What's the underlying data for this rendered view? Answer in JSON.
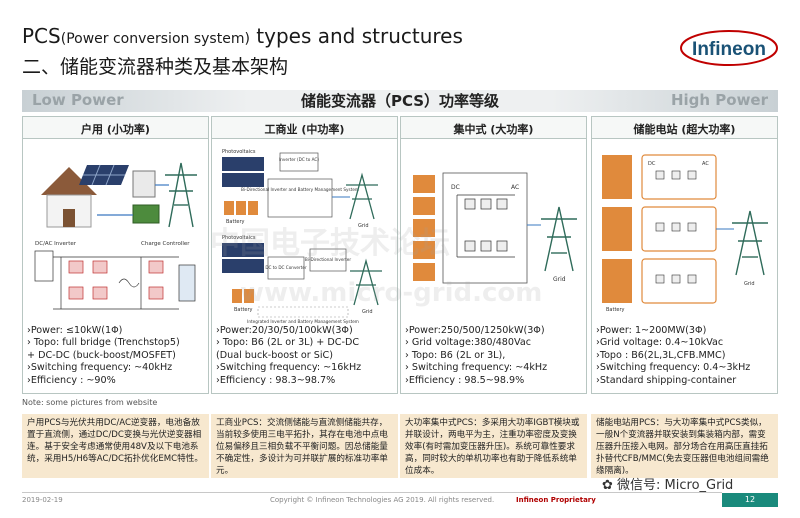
{
  "header": {
    "title_prefix": "PCS",
    "title_paren": "(Power conversion  system)",
    "title_suffix": " types and structures",
    "subtitle": "二、储能变流器种类及基本架构",
    "logo_text": "Infineon",
    "brand_color": "#c00000"
  },
  "banner": {
    "low": "Low Power",
    "center": "储能变流器（PCS）功率等级",
    "high": "High Power"
  },
  "columns": [
    {
      "title": "户用 (小功率)",
      "diagram_labels": [
        "DC/AC Inverter",
        "Charge Controller"
      ],
      "specs": [
        "›Power: ≤10kW(1Φ)",
        "› Topo: full bridge (Trenchstop5)",
        "  + DC-DC (buck-boost/MOSFET)",
        "›Switching frequency: ~40kHz",
        "›Efficiency : ~90%"
      ]
    },
    {
      "title": "工商业 (中功率)",
      "diagram_labels": [
        "Photovoltaics",
        "Inverter (DC to AC)",
        "Bi-Directional Inverter and Battery Management System",
        "DC to DC Converter",
        "Bi-Directional Inverter",
        "Battery",
        "Grid",
        "Integrated Inverter and Battery Management System"
      ],
      "specs": [
        "›Power:20/30/50/100kW(3Φ)",
        "› Topo: B6 (2L or 3L) + DC-DC",
        "  (Dual buck-boost or SiC)",
        "›Switching frequency: ~16kHz",
        "›Efficiency : 98.3~98.7%"
      ]
    },
    {
      "title": "集中式 (大功率)",
      "diagram_labels": [
        "DC",
        "AC",
        "Grid"
      ],
      "specs": [
        "›Power:250/500/1250kW(3Φ)",
        "› Grid voltage:380/480Vac",
        "› Topo: B6 (2L or 3L),",
        "› Switching frequency: ~4kHz",
        "›Efficiency : 98.5~98.9%"
      ]
    },
    {
      "title": "储能电站 (超大功率)",
      "diagram_labels": [
        "DC",
        "AC",
        "Battery",
        "Grid"
      ],
      "specs": [
        "›Power: 1~200MW(3Φ)",
        "›Grid voltage: 0.4~10kVac",
        "›Topo : B6(2L,3L,CFB.MMC)",
        "›Switching frequency: 0.4~3kHz",
        "›Standard shipping-container"
      ]
    }
  ],
  "note": "Note: some pictures from website",
  "descriptions": [
    "户用PCS与光伏共用DC/AC逆变器，电池备放置于直流侧，通过DC/DC变换与光伏逆变器相连。基于安全考虑通常使用48V及以下电池系统，采用H5/H6等AC/DC拓扑优化EMC特性。",
    "工商业PCS：交流侧储能与直流侧储能共存，当前较多使用三电平拓扑，其存在电池中点电位易偏移且三相负载不平衡问题。因总储能量不确定性，多设计为可并联扩展的标准功率单元。",
    "大功率集中式PCS：多采用大功率IGBT模块或并联设计，两电平为主，注重功率密度及变换效率(有时需加变压器升压)。系统可靠性要求高，同时较大的单机功率也有助于降低系统单位成本。",
    "储能电站用PCS：与大功率集中式PCS类似，一般N个变流器并联安装到集装箱内部，需变压器升压接入电网。部分场合在用高压直挂拓扑替代CFB/MMC(免去变压器但电池组间需绝缘隔离)。"
  ],
  "footer": {
    "date": "2019-02-19",
    "copyright": "Copyright © Infineon Technologies AG 2019. All rights reserved.",
    "proprietary": "Infineon Proprietary",
    "page": "12",
    "wechat": "微信号: Micro_Grid"
  },
  "watermark": {
    "line1": "中国电子技术论坛",
    "line2": "www.micro-grid.com"
  },
  "colors": {
    "teal": "#1a8a7c",
    "battery_orange": "#e08a3c",
    "desc_bg": "#f7e8cf"
  }
}
